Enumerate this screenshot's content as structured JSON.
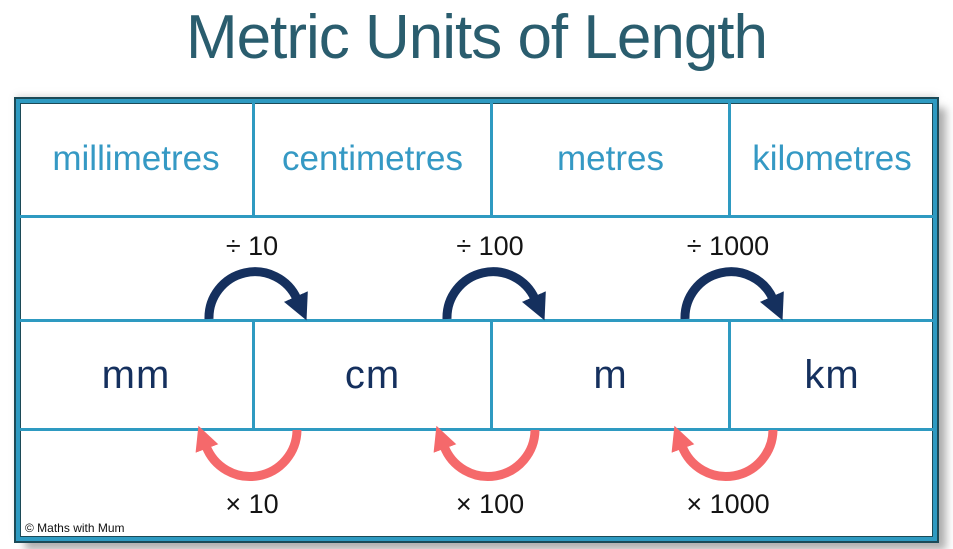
{
  "title": "Metric Units of Length",
  "copyright": "© Maths with Mum",
  "colors": {
    "title_text": "#2a5d6e",
    "unit_text": "#3599c4",
    "table_border": "#2e9ac1",
    "abbreviation_text": "#15305e",
    "divide_arrow": "#15305e",
    "multiply_arrow": "#f5696b",
    "operation_text": "#141414"
  },
  "table": {
    "units": [
      "millimetres",
      "centimetres",
      "metres",
      "kilometres"
    ],
    "abbreviations": [
      "mm",
      "cm",
      "m",
      "km"
    ],
    "divide_operations": [
      "÷ 10",
      "÷ 100",
      "÷ 1000"
    ],
    "multiply_operations": [
      "× 10",
      "× 100",
      "× 1000"
    ]
  }
}
